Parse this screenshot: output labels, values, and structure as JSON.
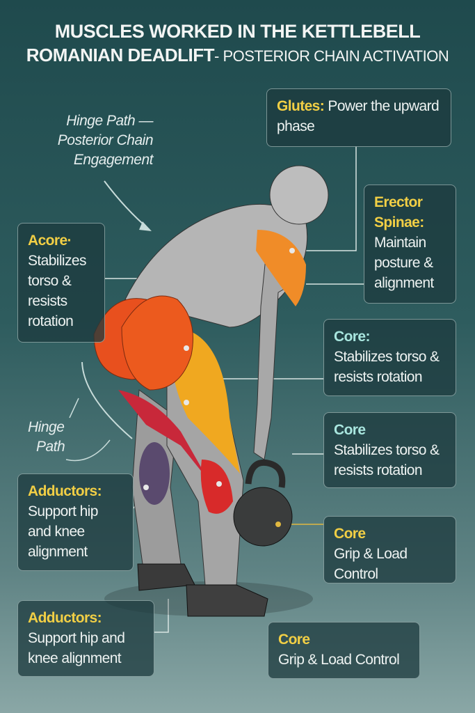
{
  "title": {
    "line1": "MUSCLES WORKED IN THE KETTLEBELL",
    "line2_bold": "ROMANIAN DEADLIFT",
    "line2_rest": "- POSTERIOR CHAIN ACTIVATION"
  },
  "notes": {
    "hinge_top": [
      "Hinge Path —",
      "Posterior Chain",
      "Engagement"
    ],
    "hinge_side": [
      "Hinge",
      "Path"
    ]
  },
  "labels": [
    {
      "title": "Glutes:",
      "text": "Power the upward phase"
    },
    {
      "title": "Erector Spinae:",
      "text": "Maintain posture & alignment"
    },
    {
      "title": "Acore·",
      "text": "Stabilizes torso & resists rotation"
    },
    {
      "title": "Core:",
      "text": "Stabilizes torso & resists rotation"
    },
    {
      "title": "Core",
      "text": "Stabilizes torso & resists rotation"
    },
    {
      "title": "Core",
      "text": "Grip & Load Control"
    },
    {
      "title": "Adductors:",
      "text": "Support hip and knee alignment"
    },
    {
      "title": "Adductors:",
      "text": "Support hip and knee alignment"
    },
    {
      "title": "Core",
      "text": "Grip & Load Control"
    }
  ],
  "colors": {
    "heading_yellow": "#f2cf45",
    "heading_teal": "#a9e6df",
    "glutes": "#e8501e",
    "hamstrings": "#c8283a",
    "erector": "#f0a030",
    "adductors": "#5a4a6e"
  }
}
